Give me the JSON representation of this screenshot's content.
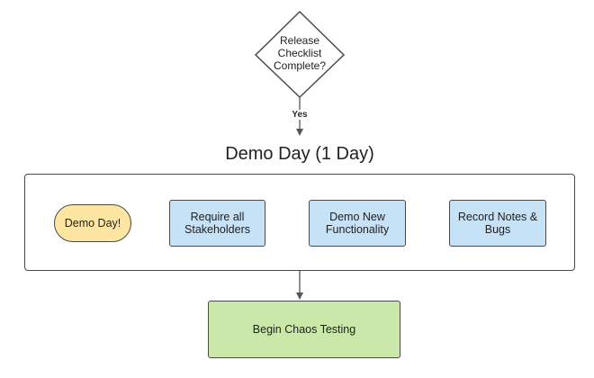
{
  "decision": {
    "label": "Release\nChecklist\nComplete?"
  },
  "edge_labels": {
    "yes": "Yes"
  },
  "group": {
    "title": "Demo Day (1 Day)"
  },
  "nodes": {
    "start": "Demo Day!",
    "steps": [
      "Require all\nStakeholders",
      "Demo New\nFunctionality",
      "Record Notes &\nBugs"
    ],
    "end": "Begin Chaos Testing"
  },
  "colors": {
    "start_fill": "#fde6a2",
    "step_fill": "#c5e2f6",
    "end_fill": "#c9e8a9",
    "stroke": "#4a4a4a"
  }
}
